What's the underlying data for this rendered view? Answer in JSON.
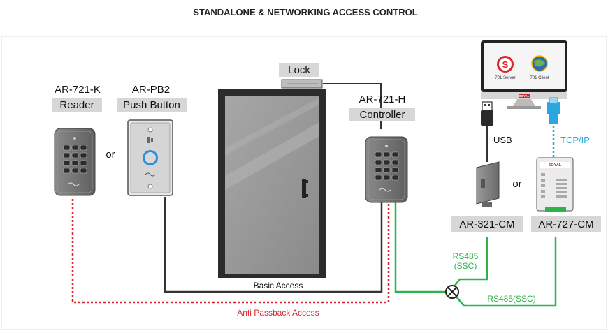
{
  "title": "STANDALONE & NETWORKING ACCESS CONTROL",
  "devices": {
    "reader": {
      "model": "AR-721-K",
      "role": "Reader"
    },
    "or_1": "or",
    "push_button": {
      "model": "AR-PB2",
      "role": "Push Button"
    },
    "lock": {
      "label": "Lock"
    },
    "controller": {
      "model": "AR-721-H",
      "role": "Controller"
    },
    "converter_usb": {
      "model": "AR-321-CM"
    },
    "or_2": "or",
    "converter_tcp": {
      "model": "AR-727-CM",
      "brand": "SOYAL"
    }
  },
  "computer": {
    "server_label": "701 Server",
    "client_label": "701 Client",
    "brand": "SOYAL"
  },
  "connections": {
    "usb": "USB",
    "tcpip": "TCP/IP",
    "rs485_line1": "RS485",
    "rs485_line2": "(SSC)",
    "rs485_ssc": "RS485(SSC)",
    "basic_access": "Basic Access",
    "anti_passback": "Anti Passback Access"
  },
  "colors": {
    "rs485": "#2db34a",
    "tcpip": "#2aa7df",
    "anti_passback": "#d9262e",
    "wire": "#333333",
    "label_bg": "#d7d7d7",
    "device_gray": "#727272"
  }
}
